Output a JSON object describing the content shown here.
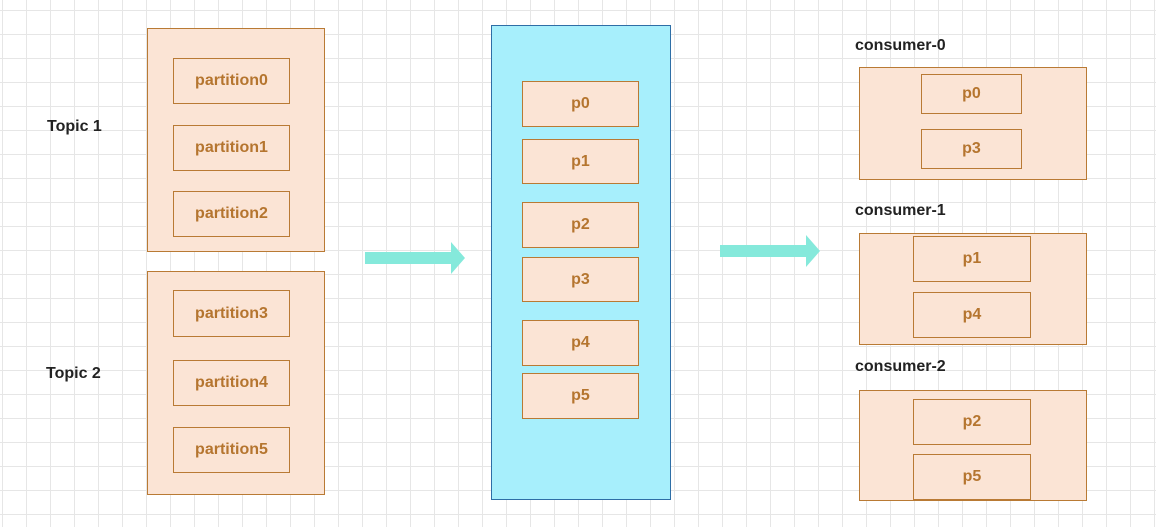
{
  "topics": [
    {
      "label": "Topic 1",
      "partitions": [
        "partition0",
        "partition1",
        "partition2"
      ]
    },
    {
      "label": "Topic 2",
      "partitions": [
        "partition3",
        "partition4",
        "partition5"
      ]
    }
  ],
  "merged": {
    "partitions": [
      "p0",
      "p1",
      "p2",
      "p3",
      "p4",
      "p5"
    ]
  },
  "consumers": [
    {
      "label": "consumer-0",
      "partitions": [
        "p0",
        "p3"
      ]
    },
    {
      "label": "consumer-1",
      "partitions": [
        "p1",
        "p4"
      ]
    },
    {
      "label": "consumer-2",
      "partitions": [
        "p2",
        "p5"
      ]
    }
  ],
  "icons": {
    "flow_arrow": "arrow-right"
  },
  "colors": {
    "box_fill": "#fbe4d5",
    "box_border": "#b97a34",
    "partition_text": "#b5752f",
    "queue_fill": "#a7effc",
    "queue_border": "#2e6ea6",
    "arrow": "#85e9db",
    "label_text": "#222222"
  }
}
